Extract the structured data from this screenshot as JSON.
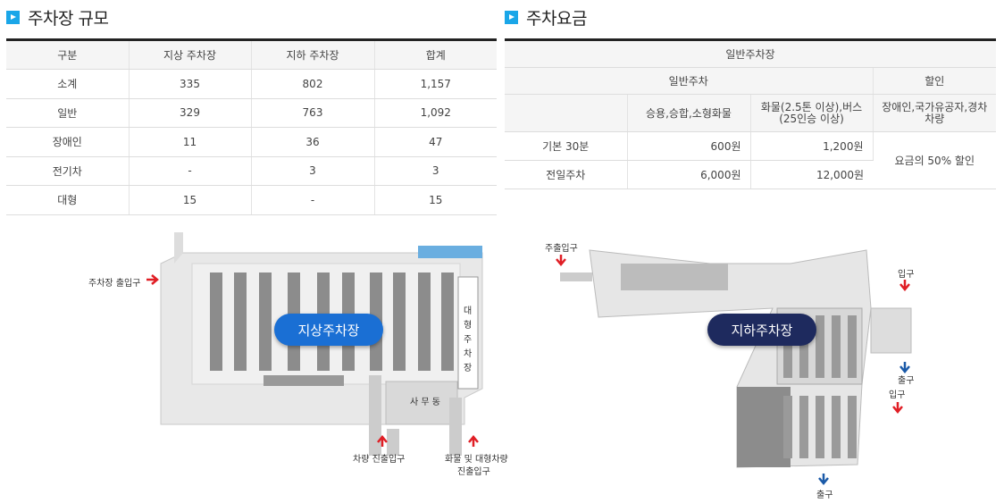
{
  "scale": {
    "title": "주차장 규모",
    "headers": [
      "구분",
      "지상 주차장",
      "지하 주차장",
      "합계"
    ],
    "rows": [
      [
        "소계",
        "335",
        "802",
        "1,157"
      ],
      [
        "일반",
        "329",
        "763",
        "1,092"
      ],
      [
        "장애인",
        "11",
        "36",
        "47"
      ],
      [
        "전기차",
        "-",
        "3",
        "3"
      ],
      [
        "대형",
        "15",
        "-",
        "15"
      ]
    ]
  },
  "fee": {
    "title": "주차요금",
    "h_top": "일반주차장",
    "h_general": "일반주차",
    "h_discount": "할인",
    "h_car": "승용,승합,소형화물",
    "h_truck": "화물(2.5톤 이상),버스 (25인승 이상)",
    "h_disabled": "장애인,국가유공자,경차 차량",
    "rows": [
      {
        "label": "기본 30분",
        "car": "600원",
        "truck": "1,200원"
      },
      {
        "label": "전일주차",
        "car": "6,000원",
        "truck": "12,000원"
      }
    ],
    "discount_text": "요금의 50% 할인"
  },
  "ground_map": {
    "badge": "지상주차장",
    "entrance": "주차장 출입구",
    "car_gate": "차량 진출입구",
    "truck_gate_1": "화물 및 대형차량",
    "truck_gate_2": "진출입구",
    "office": "사 무 동",
    "large_zone": [
      "대",
      "형",
      "주",
      "차",
      "장"
    ]
  },
  "under_map": {
    "badge": "지하주차장",
    "main_gate": "주출입구",
    "in_1": "입구",
    "out_1": "출구",
    "in_2": "입구",
    "out_2": "출구"
  },
  "colors": {
    "accent": "#1aa6e8",
    "ground_badge": "#1a6fd4",
    "under_badge": "#1e2a5e",
    "arrow_in": "#e01e25",
    "arrow_out": "#1b5aa8"
  }
}
